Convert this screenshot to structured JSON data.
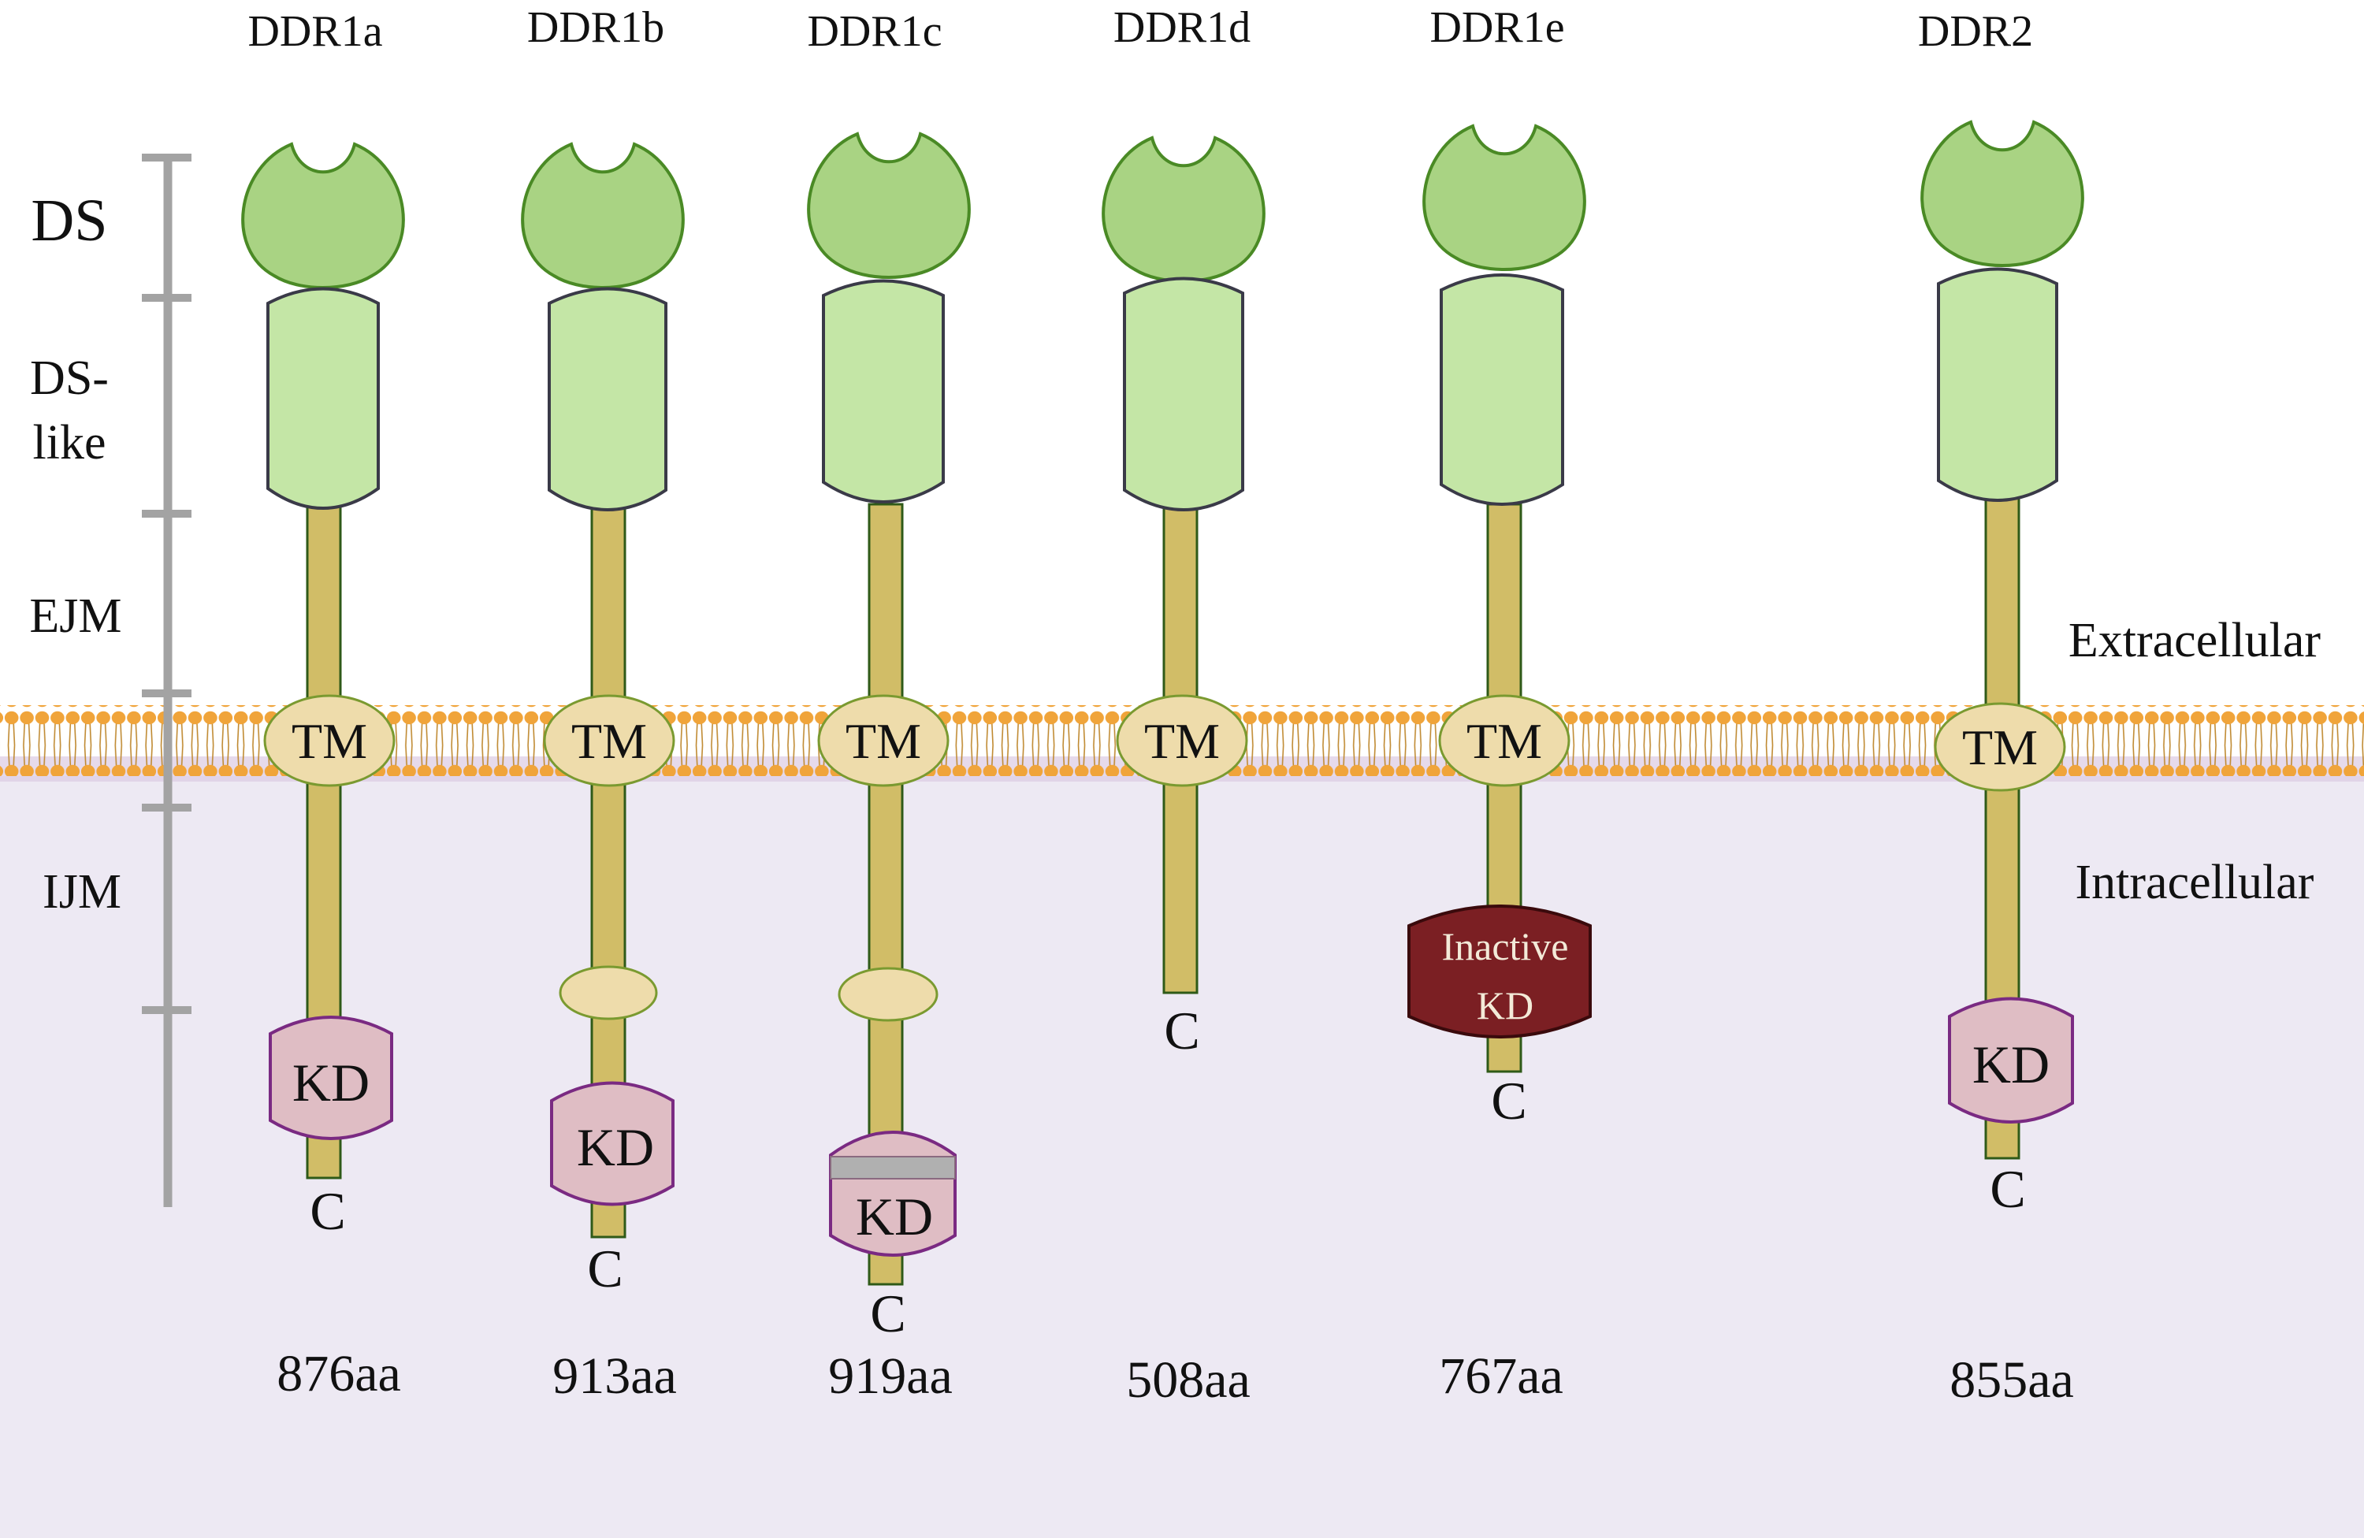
{
  "isoforms": [
    {
      "name": "DDR1a",
      "length": "876aa",
      "kd_label": "KD",
      "c_label": "C",
      "tm_label": "TM"
    },
    {
      "name": "DDR1b",
      "length": "913aa",
      "kd_label": "KD",
      "c_label": "C",
      "tm_label": "TM"
    },
    {
      "name": "DDR1c",
      "length": "919aa",
      "kd_label": "KD",
      "c_label": "C",
      "tm_label": "TM"
    },
    {
      "name": "DDR1d",
      "length": "508aa",
      "c_label": "C",
      "tm_label": "TM"
    },
    {
      "name": "DDR1e",
      "length": "767aa",
      "kd_line1": "Inactive",
      "kd_line2": "KD",
      "c_label": "C",
      "tm_label": "TM"
    },
    {
      "name": "DDR2",
      "length": "855aa",
      "kd_label": "KD",
      "c_label": "C",
      "tm_label": "TM"
    }
  ],
  "domains": {
    "ds": "DS",
    "ds_like_line1": "DS-",
    "ds_like_line2": "like",
    "ejm": "EJM",
    "ijm": "IJM"
  },
  "regions": {
    "extracellular": "Extracellular",
    "intracellular": "Intracellular"
  },
  "colors": {
    "ds_fill": "#a9d383",
    "ds_stroke": "#4a8a25",
    "ds_like_fill": "#c4e6a6",
    "stalk_fill": "#d1bd67",
    "stalk_stroke": "#2f5a18",
    "tm_fill": "#eedcab",
    "kd_fill": "#dfbdc4",
    "kd_stroke": "#7a2a82",
    "inactive_kd_fill": "#7b1f23",
    "membrane_head": "#f0a43a",
    "cytoplasm": "#ede9f3",
    "scale_bar": "#a3a3a3"
  }
}
